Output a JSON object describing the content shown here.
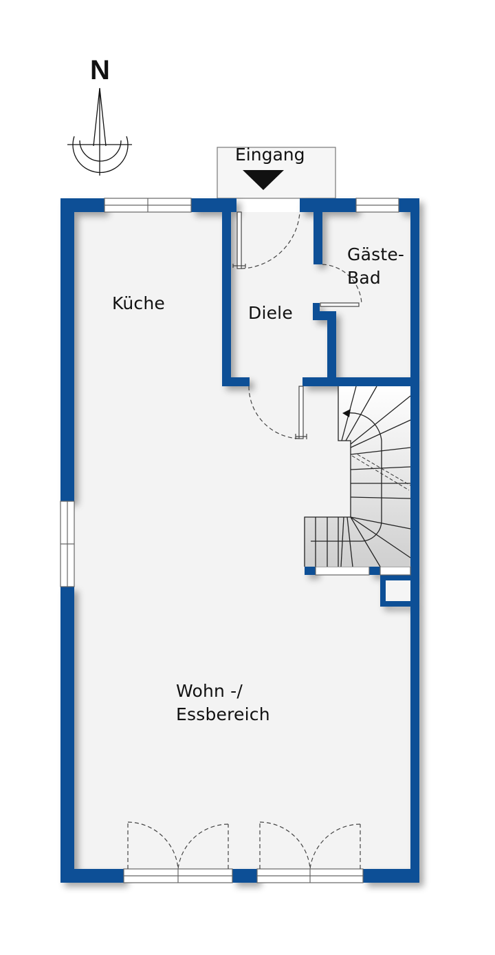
{
  "colors": {
    "wall": "#0b4f96",
    "floor": "#f4f4f4",
    "window": "#ffffff",
    "line": "#333333",
    "text": "#111111"
  },
  "compass": {
    "label": "N",
    "icon": "north-arrow-icon"
  },
  "entrance": {
    "label": "Eingang",
    "icon": "entrance-arrow-icon"
  },
  "rooms": [
    {
      "id": "kueche",
      "label": "Küche"
    },
    {
      "id": "diele",
      "label": "Diele"
    },
    {
      "id": "gaeste-bad",
      "label_line1": "Gäste-",
      "label_line2": "Bad"
    },
    {
      "id": "wohn-essbereich",
      "label_line1": "Wohn -/",
      "label_line2": "Essbereich"
    }
  ],
  "features": {
    "staircase": "quarter-turn staircase (winding)",
    "terrace_doors": 2,
    "windows": 4,
    "doors": 4
  }
}
